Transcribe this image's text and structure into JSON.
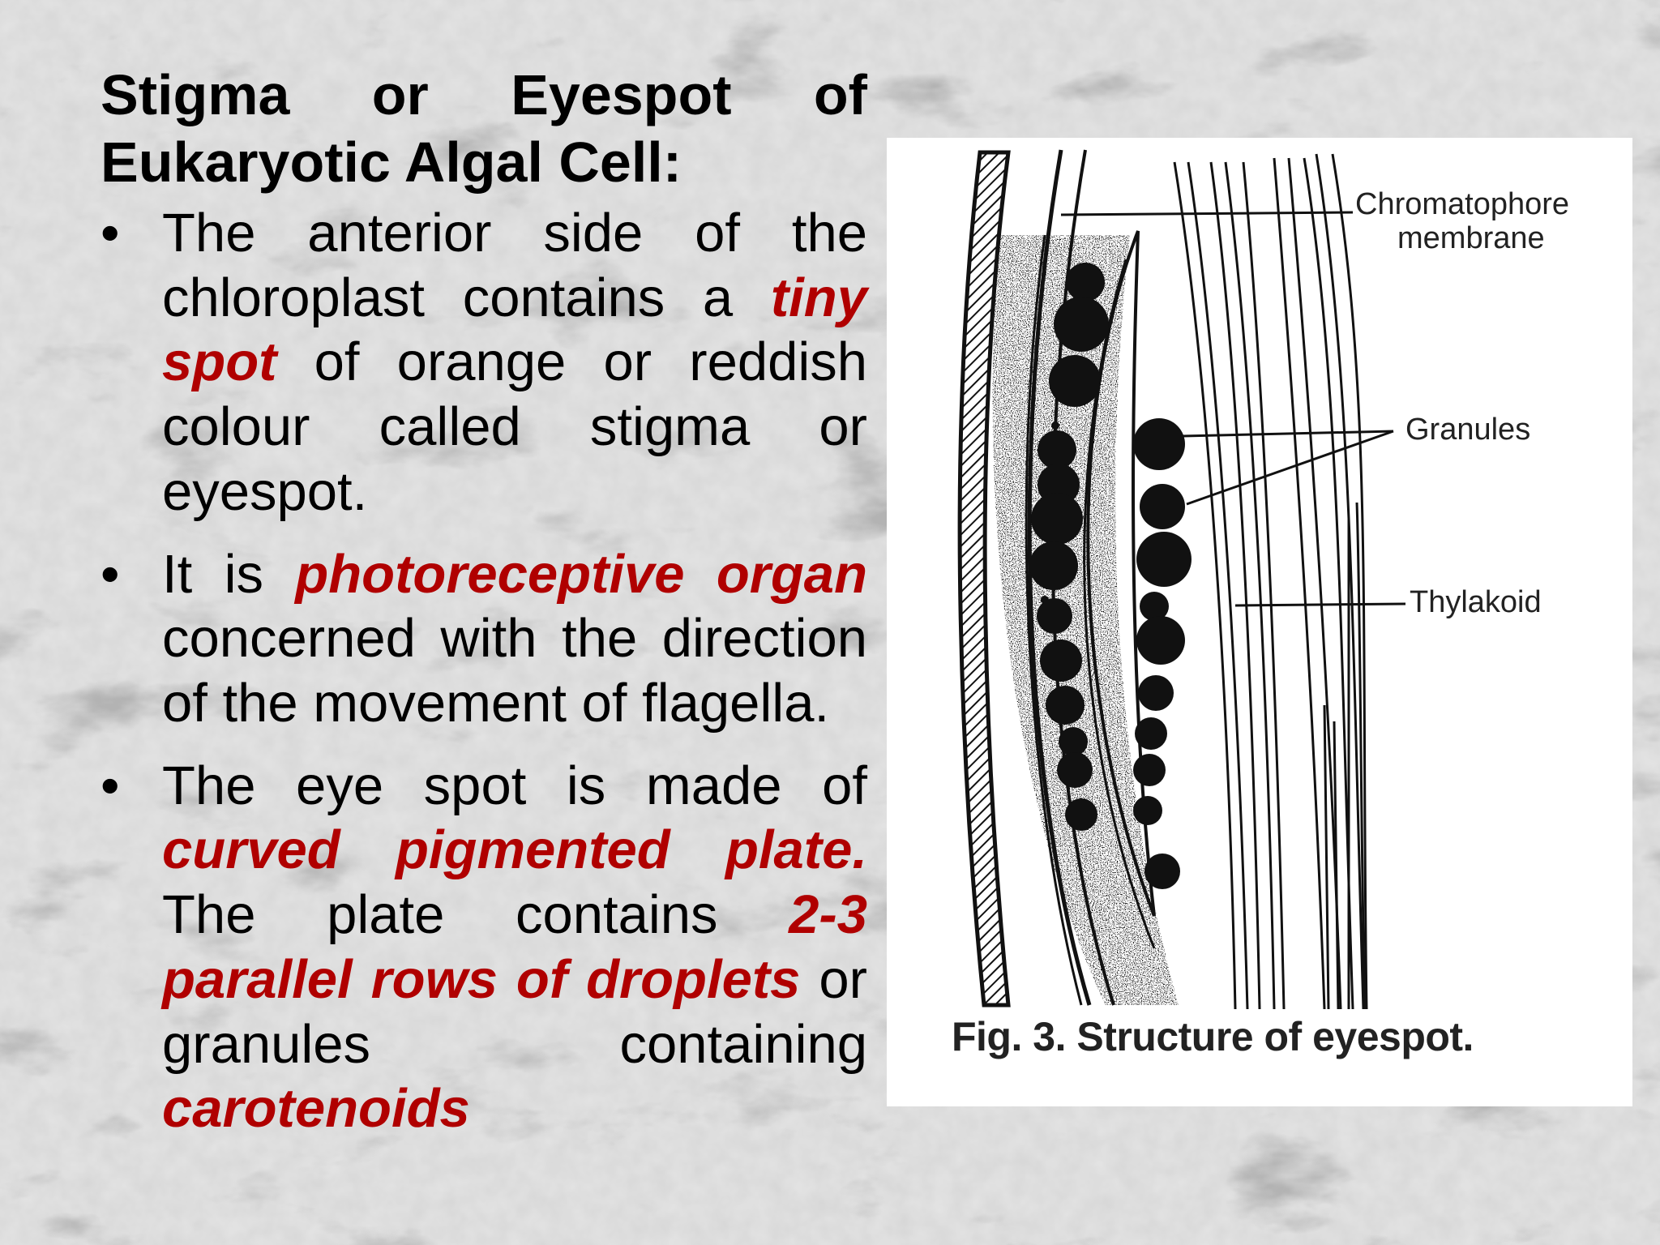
{
  "title": "Stigma or Eyespot of Eukaryotic Algal Cell:",
  "bullet_symbol": "•",
  "bullets": [
    {
      "parts": [
        {
          "t": "The anterior side of the chloroplast contains a "
        },
        {
          "t": "tiny spot",
          "hl": true
        },
        {
          "t": " of orange or reddish colour called stigma or eyespot."
        }
      ]
    },
    {
      "parts": [
        {
          "t": "It is "
        },
        {
          "t": "photoreceptive organ",
          "hl": true
        },
        {
          "t": " concerned with the direction of the movement of flagella."
        }
      ]
    },
    {
      "parts": [
        {
          "t": "The eye spot is made of "
        },
        {
          "t": "curved pigmented plate.",
          "hl": true
        },
        {
          "t": " The plate contains "
        },
        {
          "t": "2-3 parallel rows of droplets",
          "hl": true
        },
        {
          "t": " or granules containing "
        },
        {
          "t": "carotenoids",
          "hl": true
        }
      ]
    }
  ],
  "figure": {
    "labels": {
      "chromatophore_line1": "Chromatophore",
      "chromatophore_line2": "membrane",
      "granules": "Granules",
      "thylakoid": "Thylakoid"
    },
    "caption": "Fig. 3. Structure of eyespot."
  },
  "colors": {
    "highlight": "#b00000",
    "text": "#000000"
  }
}
